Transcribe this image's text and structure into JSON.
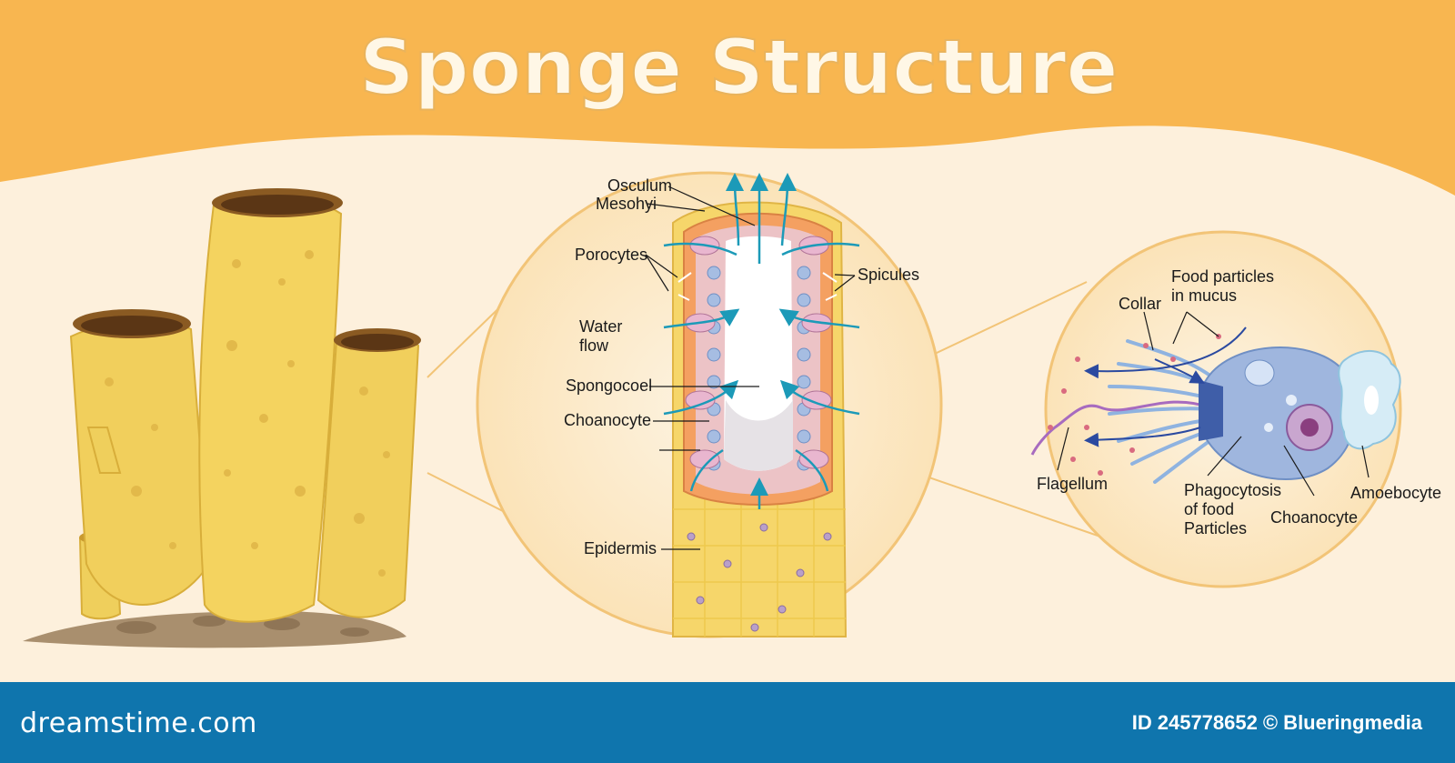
{
  "title": "Sponge Structure",
  "labels": {
    "osculum": "Osculum",
    "mesohyl": "Mesohyi",
    "porocytes": "Porocytes",
    "spicules": "Spicules",
    "water_flow_1": "Water",
    "water_flow_2": "flow",
    "spongocoel": "Spongocoel",
    "choanocyte_left": "Choanocyte",
    "epidermis": "Epidermis",
    "collar": "Collar",
    "food_particles_1": "Food particles",
    "food_particles_2": "in mucus",
    "flagellum": "Flagellum",
    "phagocytosis_1": "Phagocytosis",
    "phagocytosis_2": "of food",
    "phagocytosis_3": "Particles",
    "choanocyte_right": "Choanocyte",
    "amoebocyte": "Amoebocyte"
  },
  "footer": {
    "brand": "dreamstime.com",
    "id_label": "ID",
    "id_value": "245778652",
    "credit": "© Blueringmedia"
  },
  "colors": {
    "banner": "#f8b650",
    "background": "#fdf0dc",
    "sponge": "#f1cf5c",
    "footer": "#0f75ad",
    "water_arrow": "#1c9ab8",
    "cell_body": "#9fb6de"
  }
}
